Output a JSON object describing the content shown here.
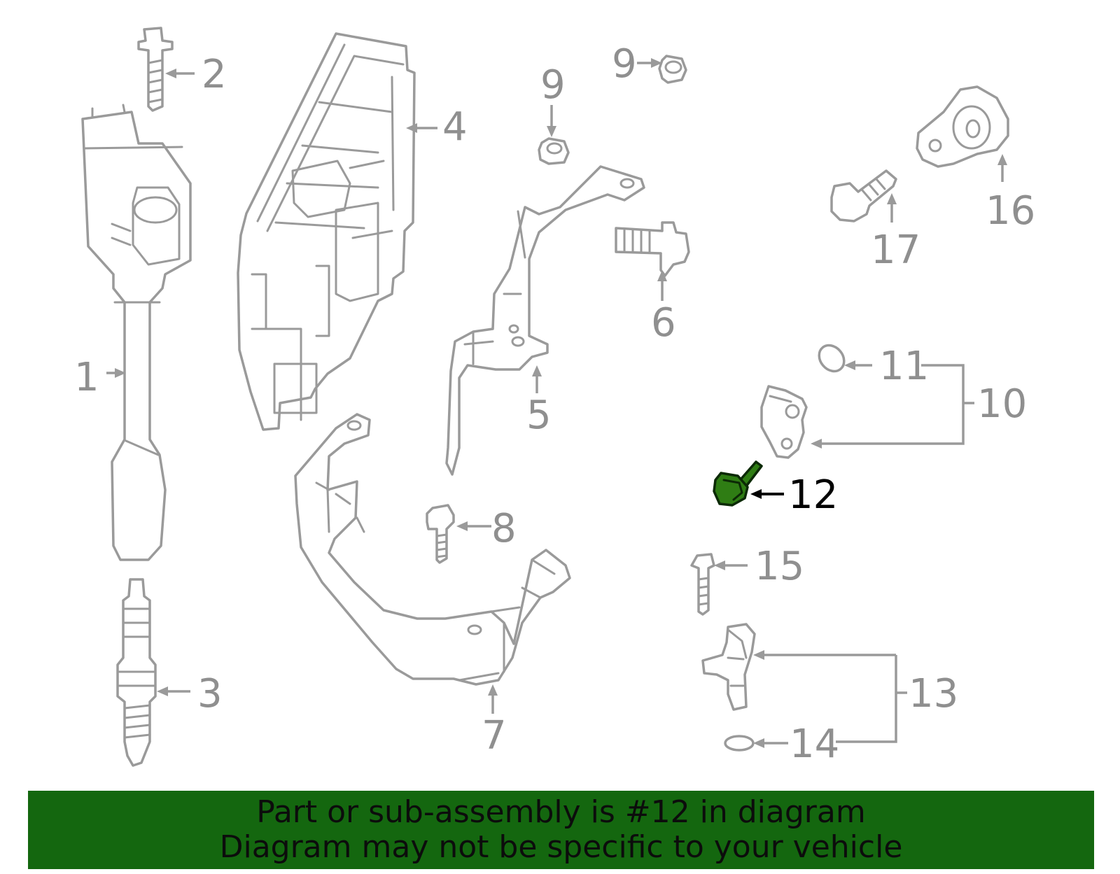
{
  "callouts": {
    "c1": "1",
    "c2": "2",
    "c3": "3",
    "c4": "4",
    "c5": "5",
    "c6": "6",
    "c7": "7",
    "c8": "8",
    "c9a": "9",
    "c9b": "9",
    "c10": "10",
    "c11": "11",
    "c12": "12",
    "c13": "13",
    "c14": "14",
    "c15": "15",
    "c16": "16",
    "c17": "17"
  },
  "highlighted_part": "12",
  "colors": {
    "banner": "#14670f",
    "highlight": "#2f7d14",
    "outline": "#9a9a9a"
  },
  "banner": {
    "line1": "Part or sub-assembly is #12 in diagram",
    "line2": "Diagram may not be specific to your vehicle"
  }
}
